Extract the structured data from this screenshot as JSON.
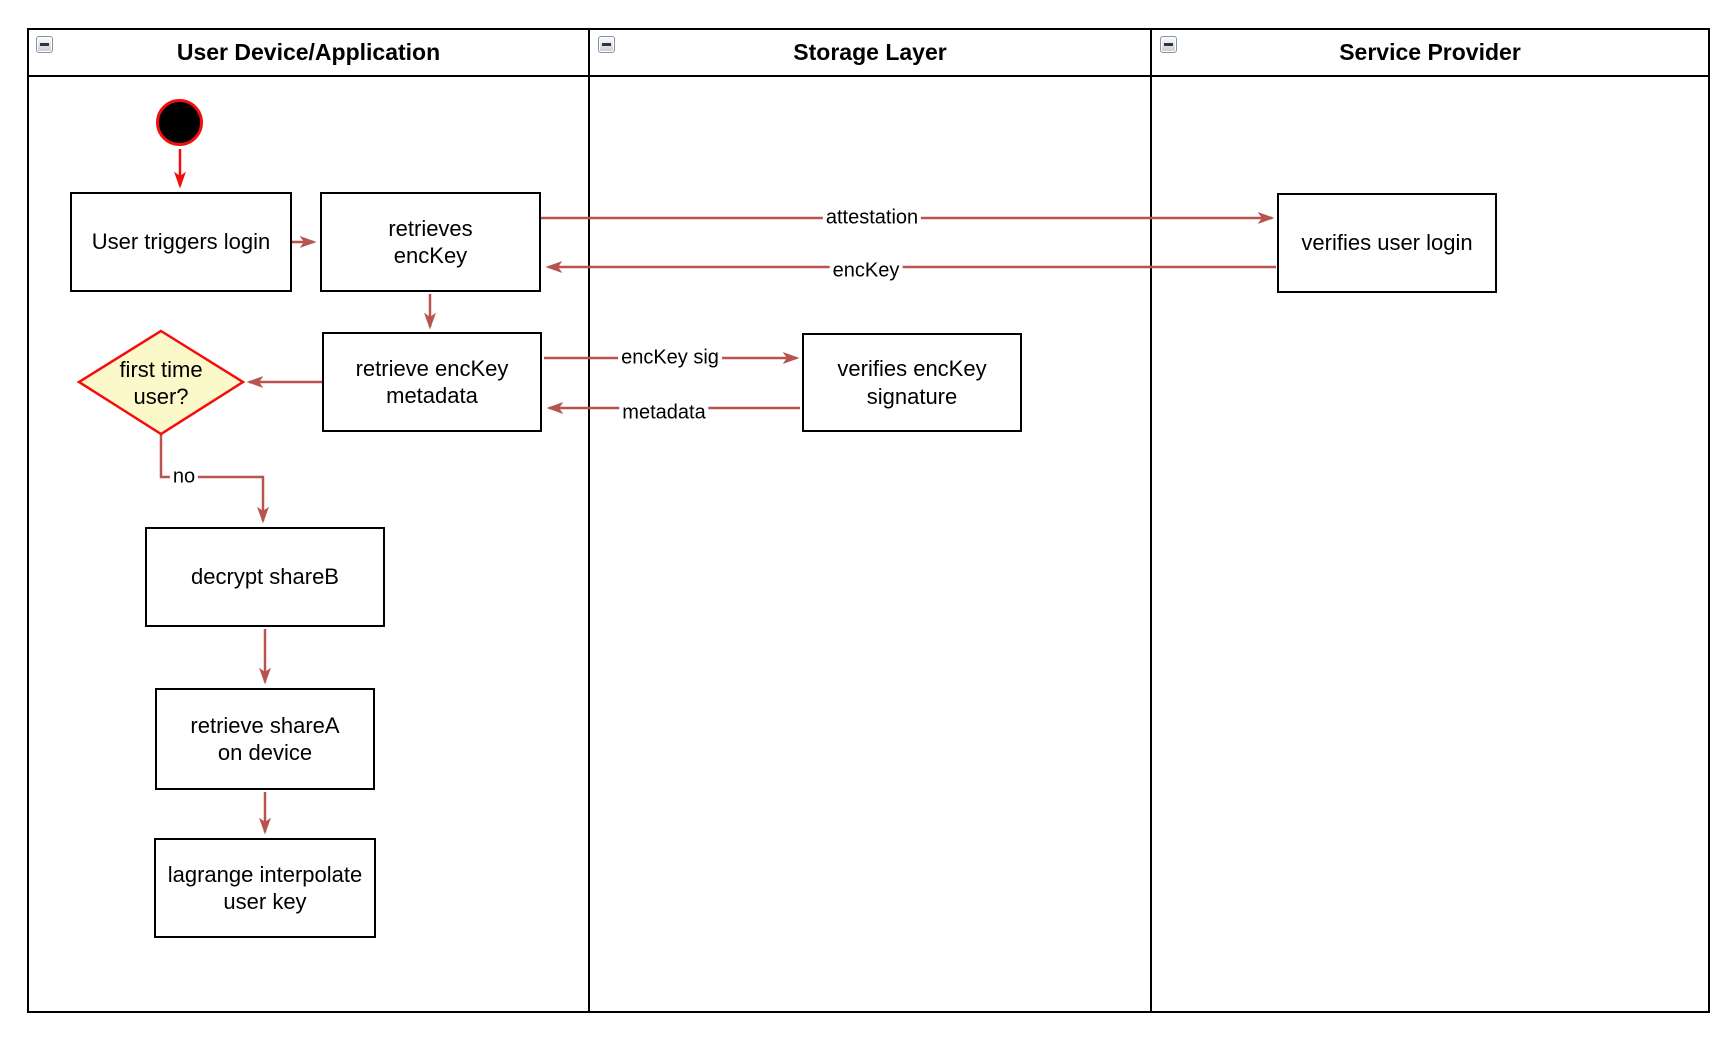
{
  "lanes": [
    {
      "title": "User Device/Application"
    },
    {
      "title": "Storage Layer"
    },
    {
      "title": "Service Provider"
    }
  ],
  "nodes": {
    "user_triggers_login": {
      "label": "User triggers login"
    },
    "retrieves_enckey": {
      "label": "retrieves\nencKey"
    },
    "retrieve_enckey_metadata": {
      "label": "retrieve encKey\nmetadata"
    },
    "first_time_user": {
      "label": "first time\nuser?"
    },
    "decrypt_shareb": {
      "label": "decrypt shareB"
    },
    "retrieve_sharea_on_device": {
      "label": "retrieve shareA\non device"
    },
    "lagrange_interpolate_user_key": {
      "label": "lagrange interpolate\nuser key"
    },
    "verifies_enckey_signature": {
      "label": "verifies encKey\nsignature"
    },
    "verifies_user_login": {
      "label": "verifies user login"
    }
  },
  "edge_labels": {
    "attestation": "attestation",
    "enckey": "encKey",
    "enckey_sig": "encKey sig",
    "metadata": "metadata",
    "no": "no"
  },
  "colors": {
    "connector_arrow": "#b85450",
    "highlight_red": "#f30d0d",
    "decision_fill": "#fbf8c9",
    "shape_border": "#000000",
    "shape_fill": "#ffffff"
  }
}
